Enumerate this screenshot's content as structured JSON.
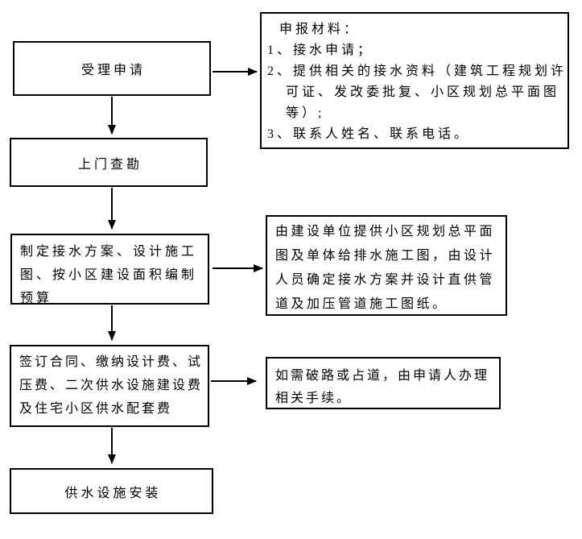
{
  "flow": {
    "box1": {
      "label": "受理申请"
    },
    "box2": {
      "label": "上门查勘"
    },
    "box3": {
      "lines": [
        "制定接水方案、设计施工",
        "图、按小区建设面积编制",
        "预算"
      ]
    },
    "box4": {
      "lines": [
        "签订合同、缴纳设计费、试",
        "压费、二次供水设施建设费",
        "及住宅小区供水配套费"
      ]
    },
    "box5": {
      "label": "供水设施安装"
    }
  },
  "notes": {
    "rbox1": {
      "lines": [
        "申报材料：",
        "1、接水申请；",
        "2、提供相关的接水资料（建筑工程规划许",
        "可证、发改委批复、小区规划总平面图",
        "等）;",
        "3、联系人姓名、联系电话。"
      ]
    },
    "rbox2": {
      "lines": [
        "由建设单位提供小区规划总平面",
        "图及单体给排水施工图，由设计",
        "人员确定接水方案并设计直供管",
        "道及加压管道施工图纸。"
      ]
    },
    "rbox3": {
      "lines": [
        "如需破路或占道，由申请人办理",
        "相关手续。"
      ]
    }
  },
  "colors": {
    "background": "#ffffff",
    "box_border": "#000000",
    "text": "#000000",
    "arrow": "#000000"
  }
}
